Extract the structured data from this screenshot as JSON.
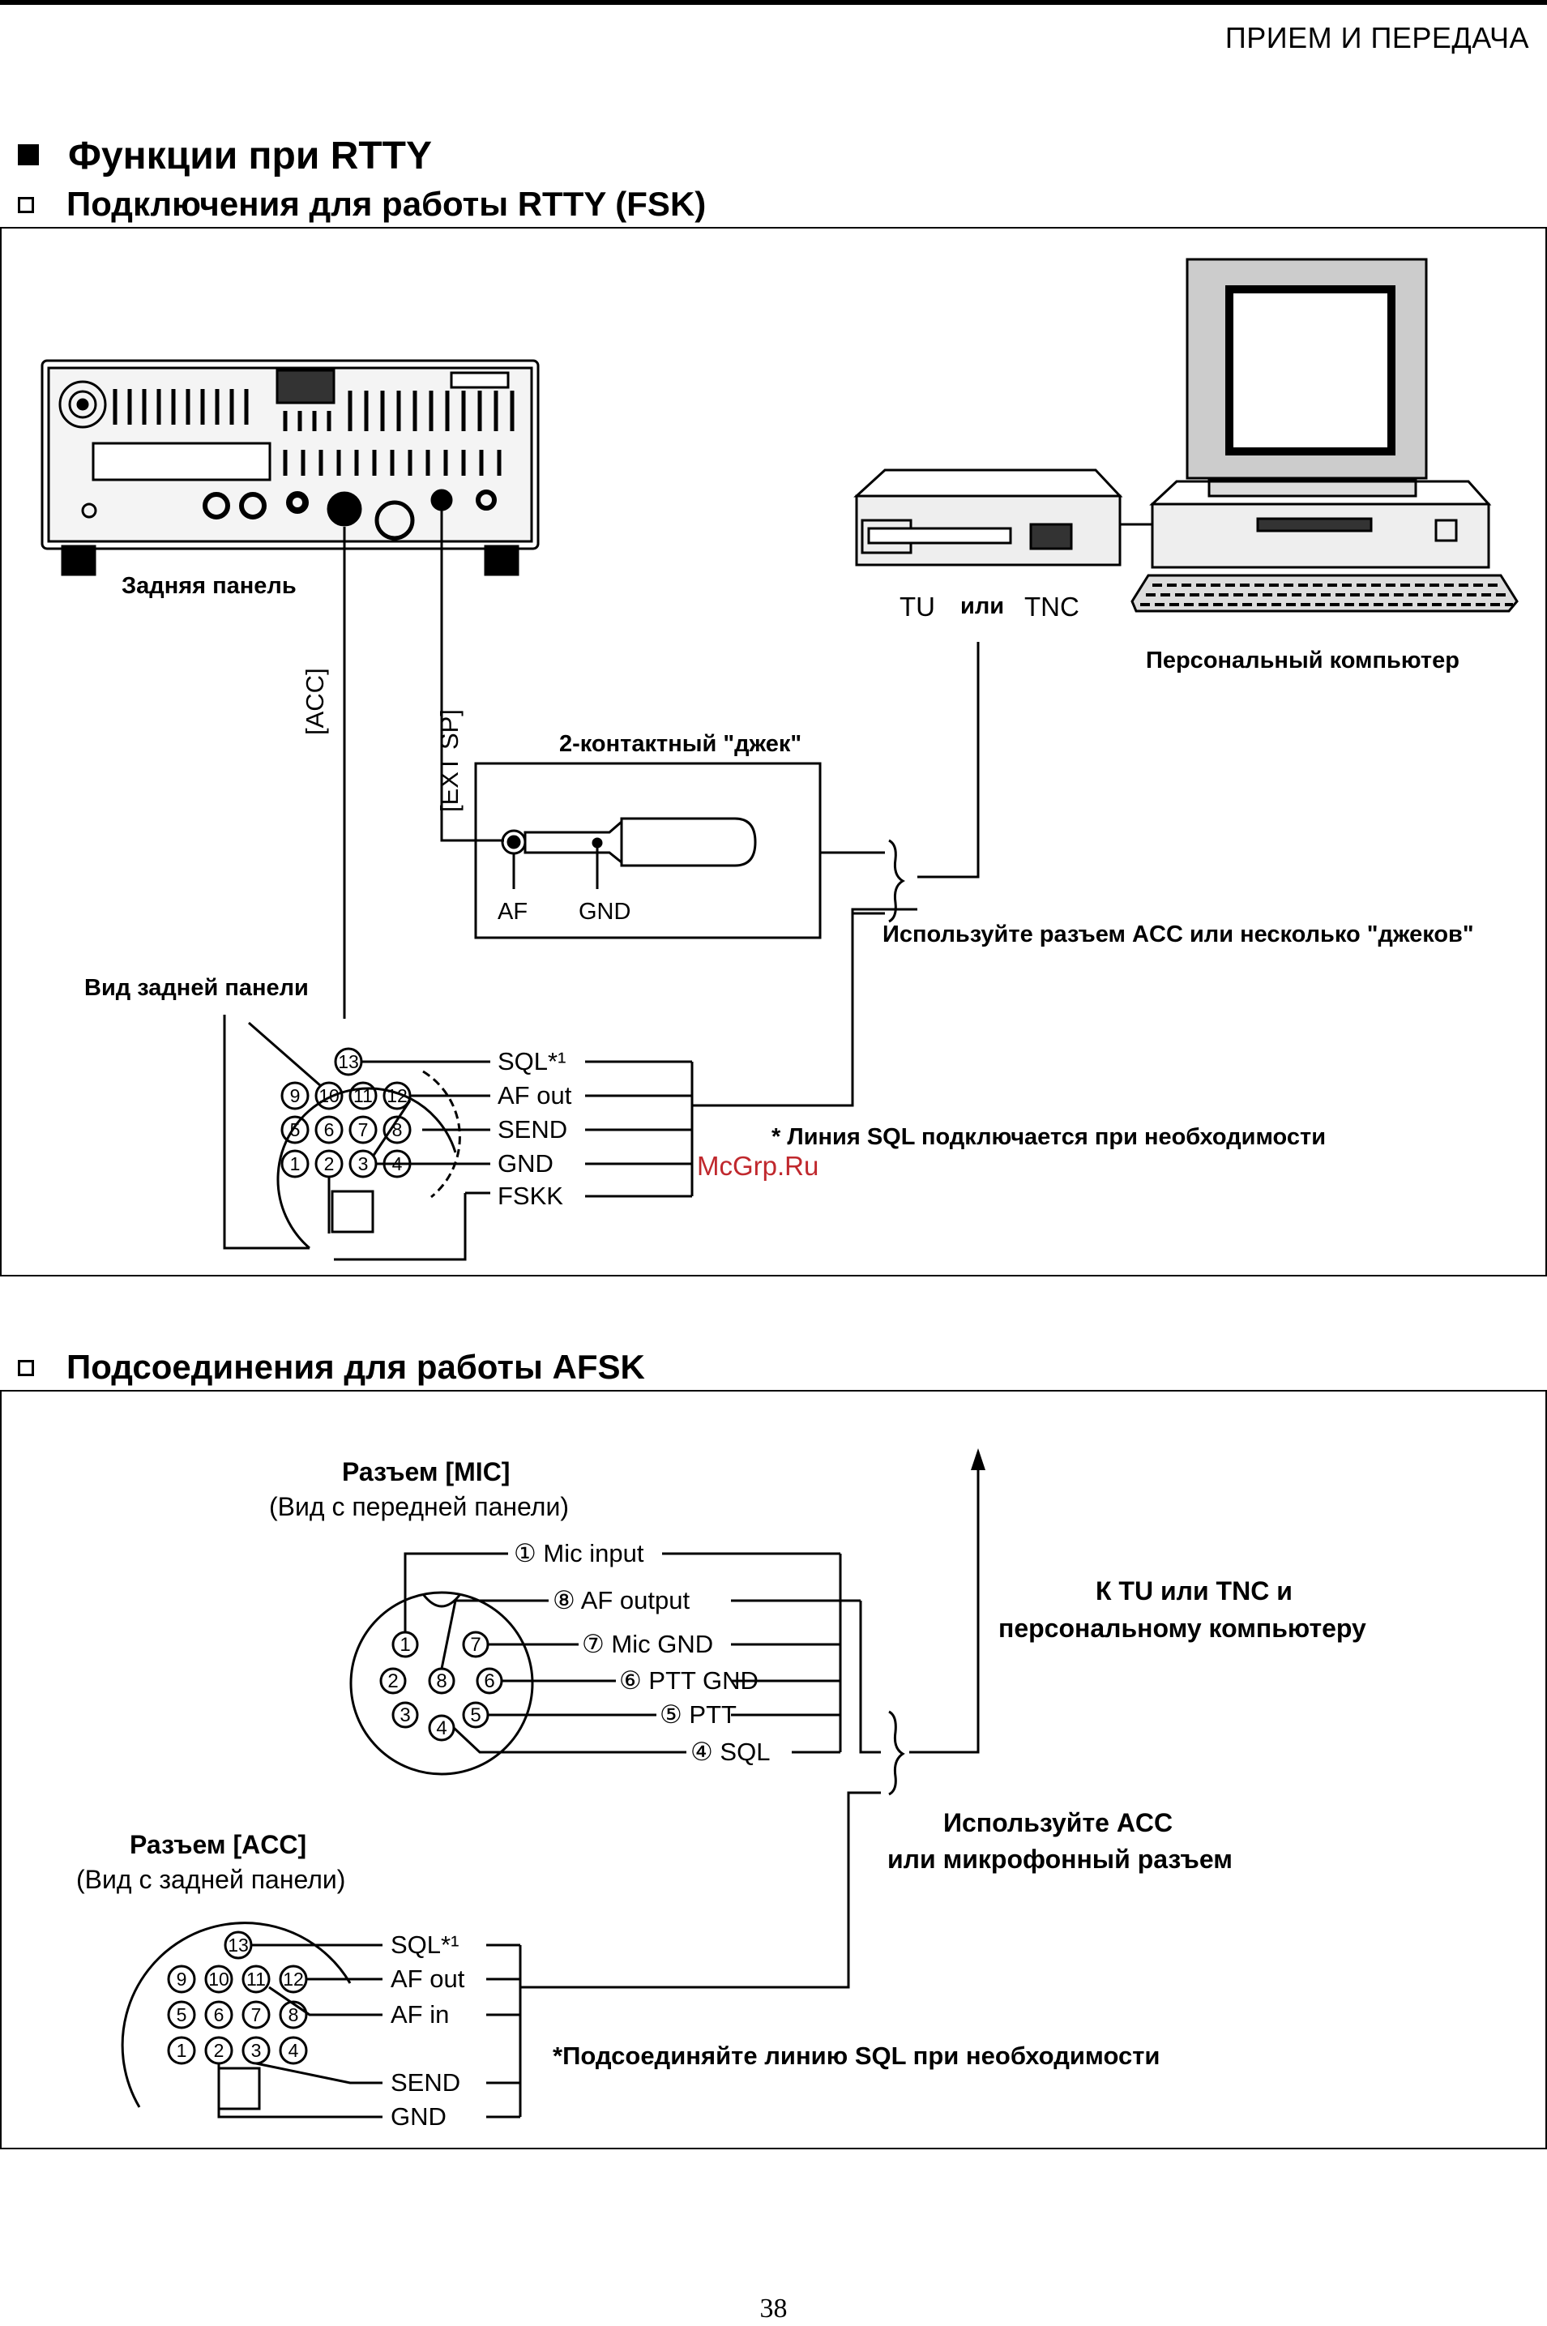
{
  "header": {
    "section_title": "ПРИЕМ И ПЕРЕДАЧА"
  },
  "heading": "Функции при RTTY",
  "fsk": {
    "subheading": "Подключения для работы RTTY (FSK)",
    "rear_panel": "Задняя панель",
    "acc_label": "[ACC]",
    "extsp_label": "[EXT SP]",
    "tu": "TU",
    "or": "или",
    "tnc": "TNC",
    "pc": "Персональный компьютер",
    "jack_title": "2-контактный \"джек\"",
    "af": "AF",
    "gnd": "GND",
    "use_note": "Используйте разъем ACC или несколько \"джеков\"",
    "rear_view": "Вид задней панели",
    "pins": [
      "SQL*¹",
      "AF out",
      "SEND",
      "GND",
      "FSKK"
    ],
    "footnote": "* Линия SQL  подключается при необходимости",
    "watermark": "McGrp.Ru"
  },
  "afsk": {
    "subheading": "Подсоединения для работы AFSK",
    "mic_title": "Разъем [MIC]",
    "mic_view": "(Вид  с передней панели)",
    "mic_pins": [
      "① Mic input",
      "⑧ AF output",
      "⑦ Mic GND",
      "⑥ PTT GND",
      "⑤ PTT",
      "④ SQL"
    ],
    "to_tu_line1": "К TU или TNC и",
    "to_tu_line2": "персональному компьютеру",
    "use_line1": "Используйте  ACC",
    "use_line2": "или микрофонный разъем",
    "acc_title": "Разъем [ACC]",
    "acc_view": "(Вид  с задней панели)",
    "acc_pins": [
      "SQL*¹",
      "AF out",
      "AF in",
      "SEND",
      "GND"
    ],
    "footnote": "*Подсоединяйте линию SQL при необходимости"
  },
  "page_number": "38"
}
